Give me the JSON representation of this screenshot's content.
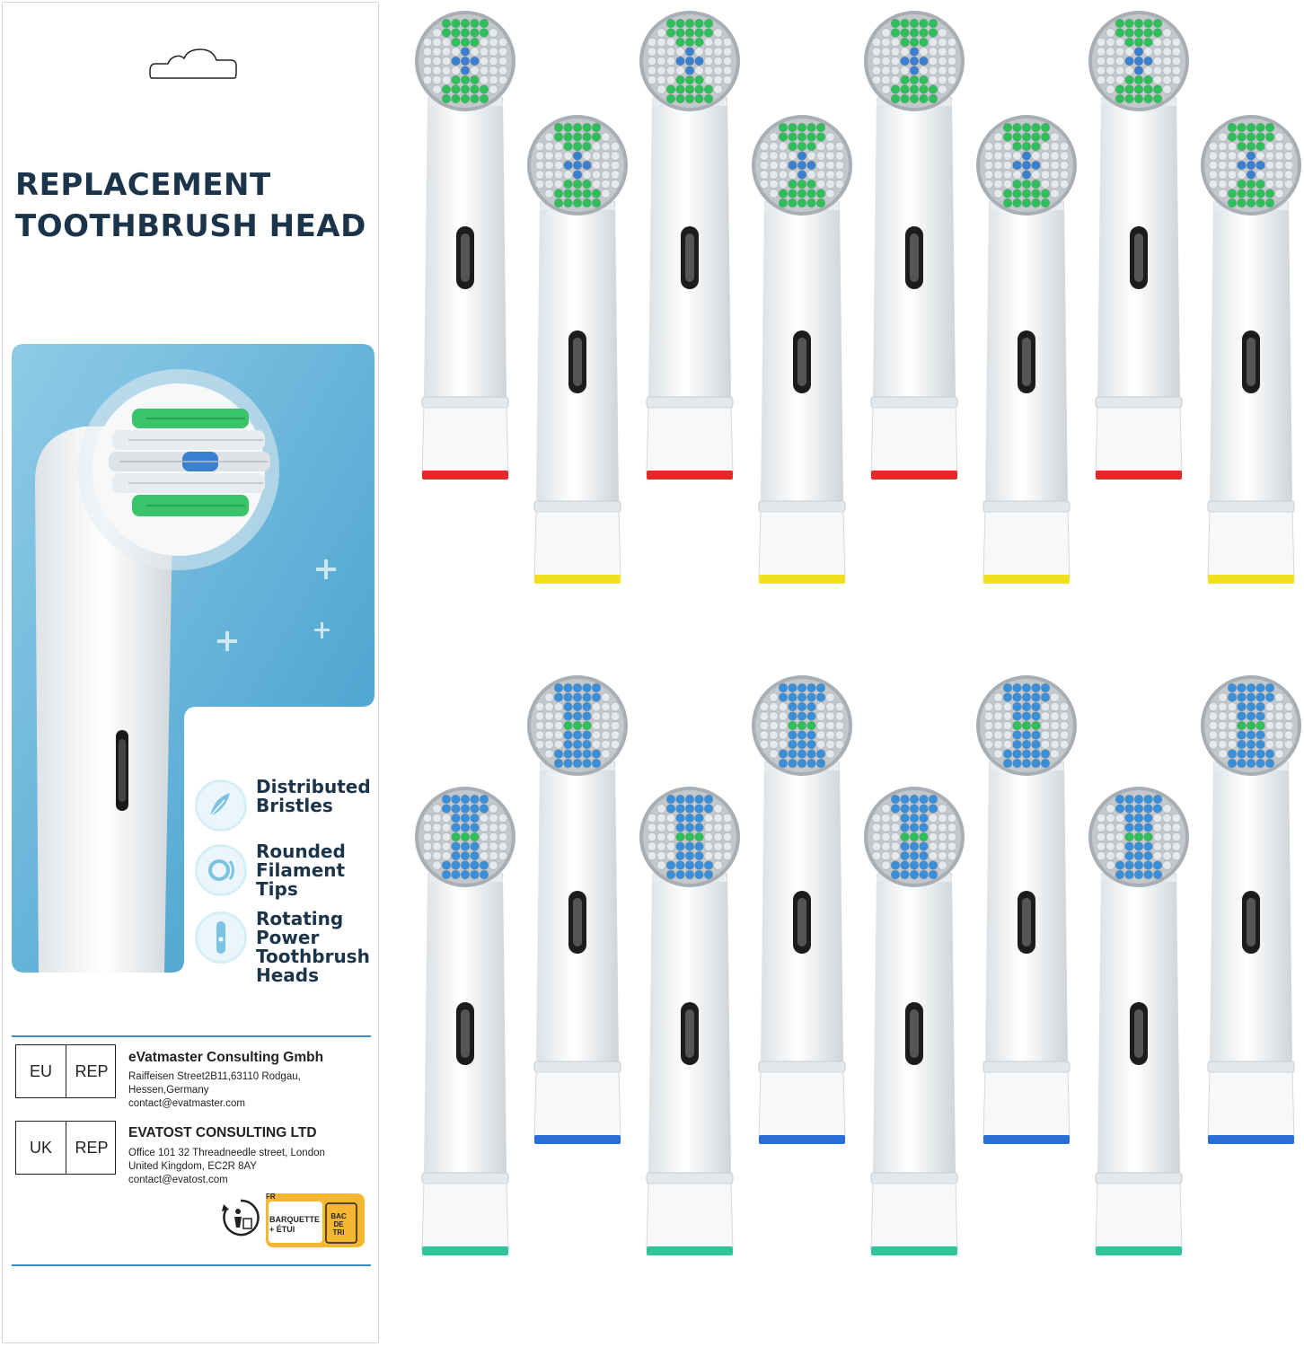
{
  "package": {
    "title_line1": "REPLACEMENT",
    "title_line2": "TOOTHBRUSH  HEAD",
    "features": [
      {
        "label": "Distributed Bristles",
        "icon": "feather-bristle-icon"
      },
      {
        "label": "Rounded Filament Tips",
        "icon": "brush-head-rotate-icon"
      },
      {
        "label": "Rotating Power Toothbrush Heads",
        "icon": "electric-toothbrush-icon"
      }
    ],
    "eu_rep": {
      "region": "EU",
      "rep": "REP",
      "company": "eVatmaster Consulting Gmbh",
      "address1": "Raiffeisen Street2B11,63110 Rodgau,",
      "address2": "Hessen,Germany",
      "contact": "contact@evatmaster.com"
    },
    "uk_rep": {
      "region": "UK",
      "rep": "REP",
      "company": "EVATOST CONSULTING LTD",
      "address1": "Office 101 32 Threadneedle street, London",
      "address2": "United Kingdom, EC2R 8AY",
      "contact": "contact@evatost.com"
    },
    "triman": {
      "country": "FR",
      "label": "BARQUETTE + ÉTUI",
      "bin": "BAC DE TRI",
      "icon": "triman-recycle-icon"
    },
    "accent_color": "#3d8cbf",
    "title_color": "#1c3449"
  },
  "brush_heads": {
    "count": 16,
    "top_row": {
      "bristle_color": "#2fbf5a",
      "center_color": "#3a7fd0",
      "ring_colors": [
        "#e02a2a",
        "#f0e020"
      ]
    },
    "bottom_row": {
      "bristle_color": "#3a8fd8",
      "center_color": "#2fbf5a",
      "ring_colors": [
        "#2a6fd8",
        "#2fc49a"
      ]
    }
  }
}
